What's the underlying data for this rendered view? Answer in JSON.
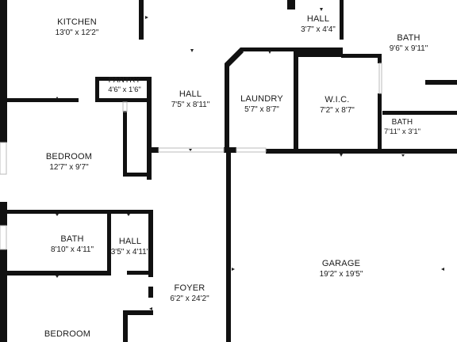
{
  "rooms": {
    "kitchen": {
      "name": "KITCHEN",
      "dims": "13'0\" x 12'2\""
    },
    "hall_top": {
      "name": "HALL",
      "dims": "3'7\" x 4'4\""
    },
    "bath_top": {
      "name": "BATH",
      "dims": "9'6\" x 9'11\""
    },
    "pantry": {
      "name": "PANTRY",
      "dims": "4'6\" x 1'6\""
    },
    "hall_mid": {
      "name": "HALL",
      "dims": "7'5\" x 8'11\""
    },
    "laundry": {
      "name": "LAUNDRY",
      "dims": "5'7\" x 8'7\""
    },
    "wic": {
      "name": "W.I.C.",
      "dims": "7'2\" x 8'7\""
    },
    "bath_small": {
      "name": "BATH",
      "dims": "7'11\" x 3'1\""
    },
    "bedroom1": {
      "name": "BEDROOM",
      "dims": "12'7\" x 9'7\""
    },
    "bath_left": {
      "name": "BATH",
      "dims": "8'10\" x 4'11\""
    },
    "hall_low": {
      "name": "HALL",
      "dims": "3'5\" x 4'11\""
    },
    "garage": {
      "name": "GARAGE",
      "dims": "19'2\" x 19'5\""
    },
    "foyer": {
      "name": "FOYER",
      "dims": "6'2\" x 24'2\""
    },
    "bedroom2": {
      "name": "BEDROOM",
      "dims": ""
    }
  }
}
